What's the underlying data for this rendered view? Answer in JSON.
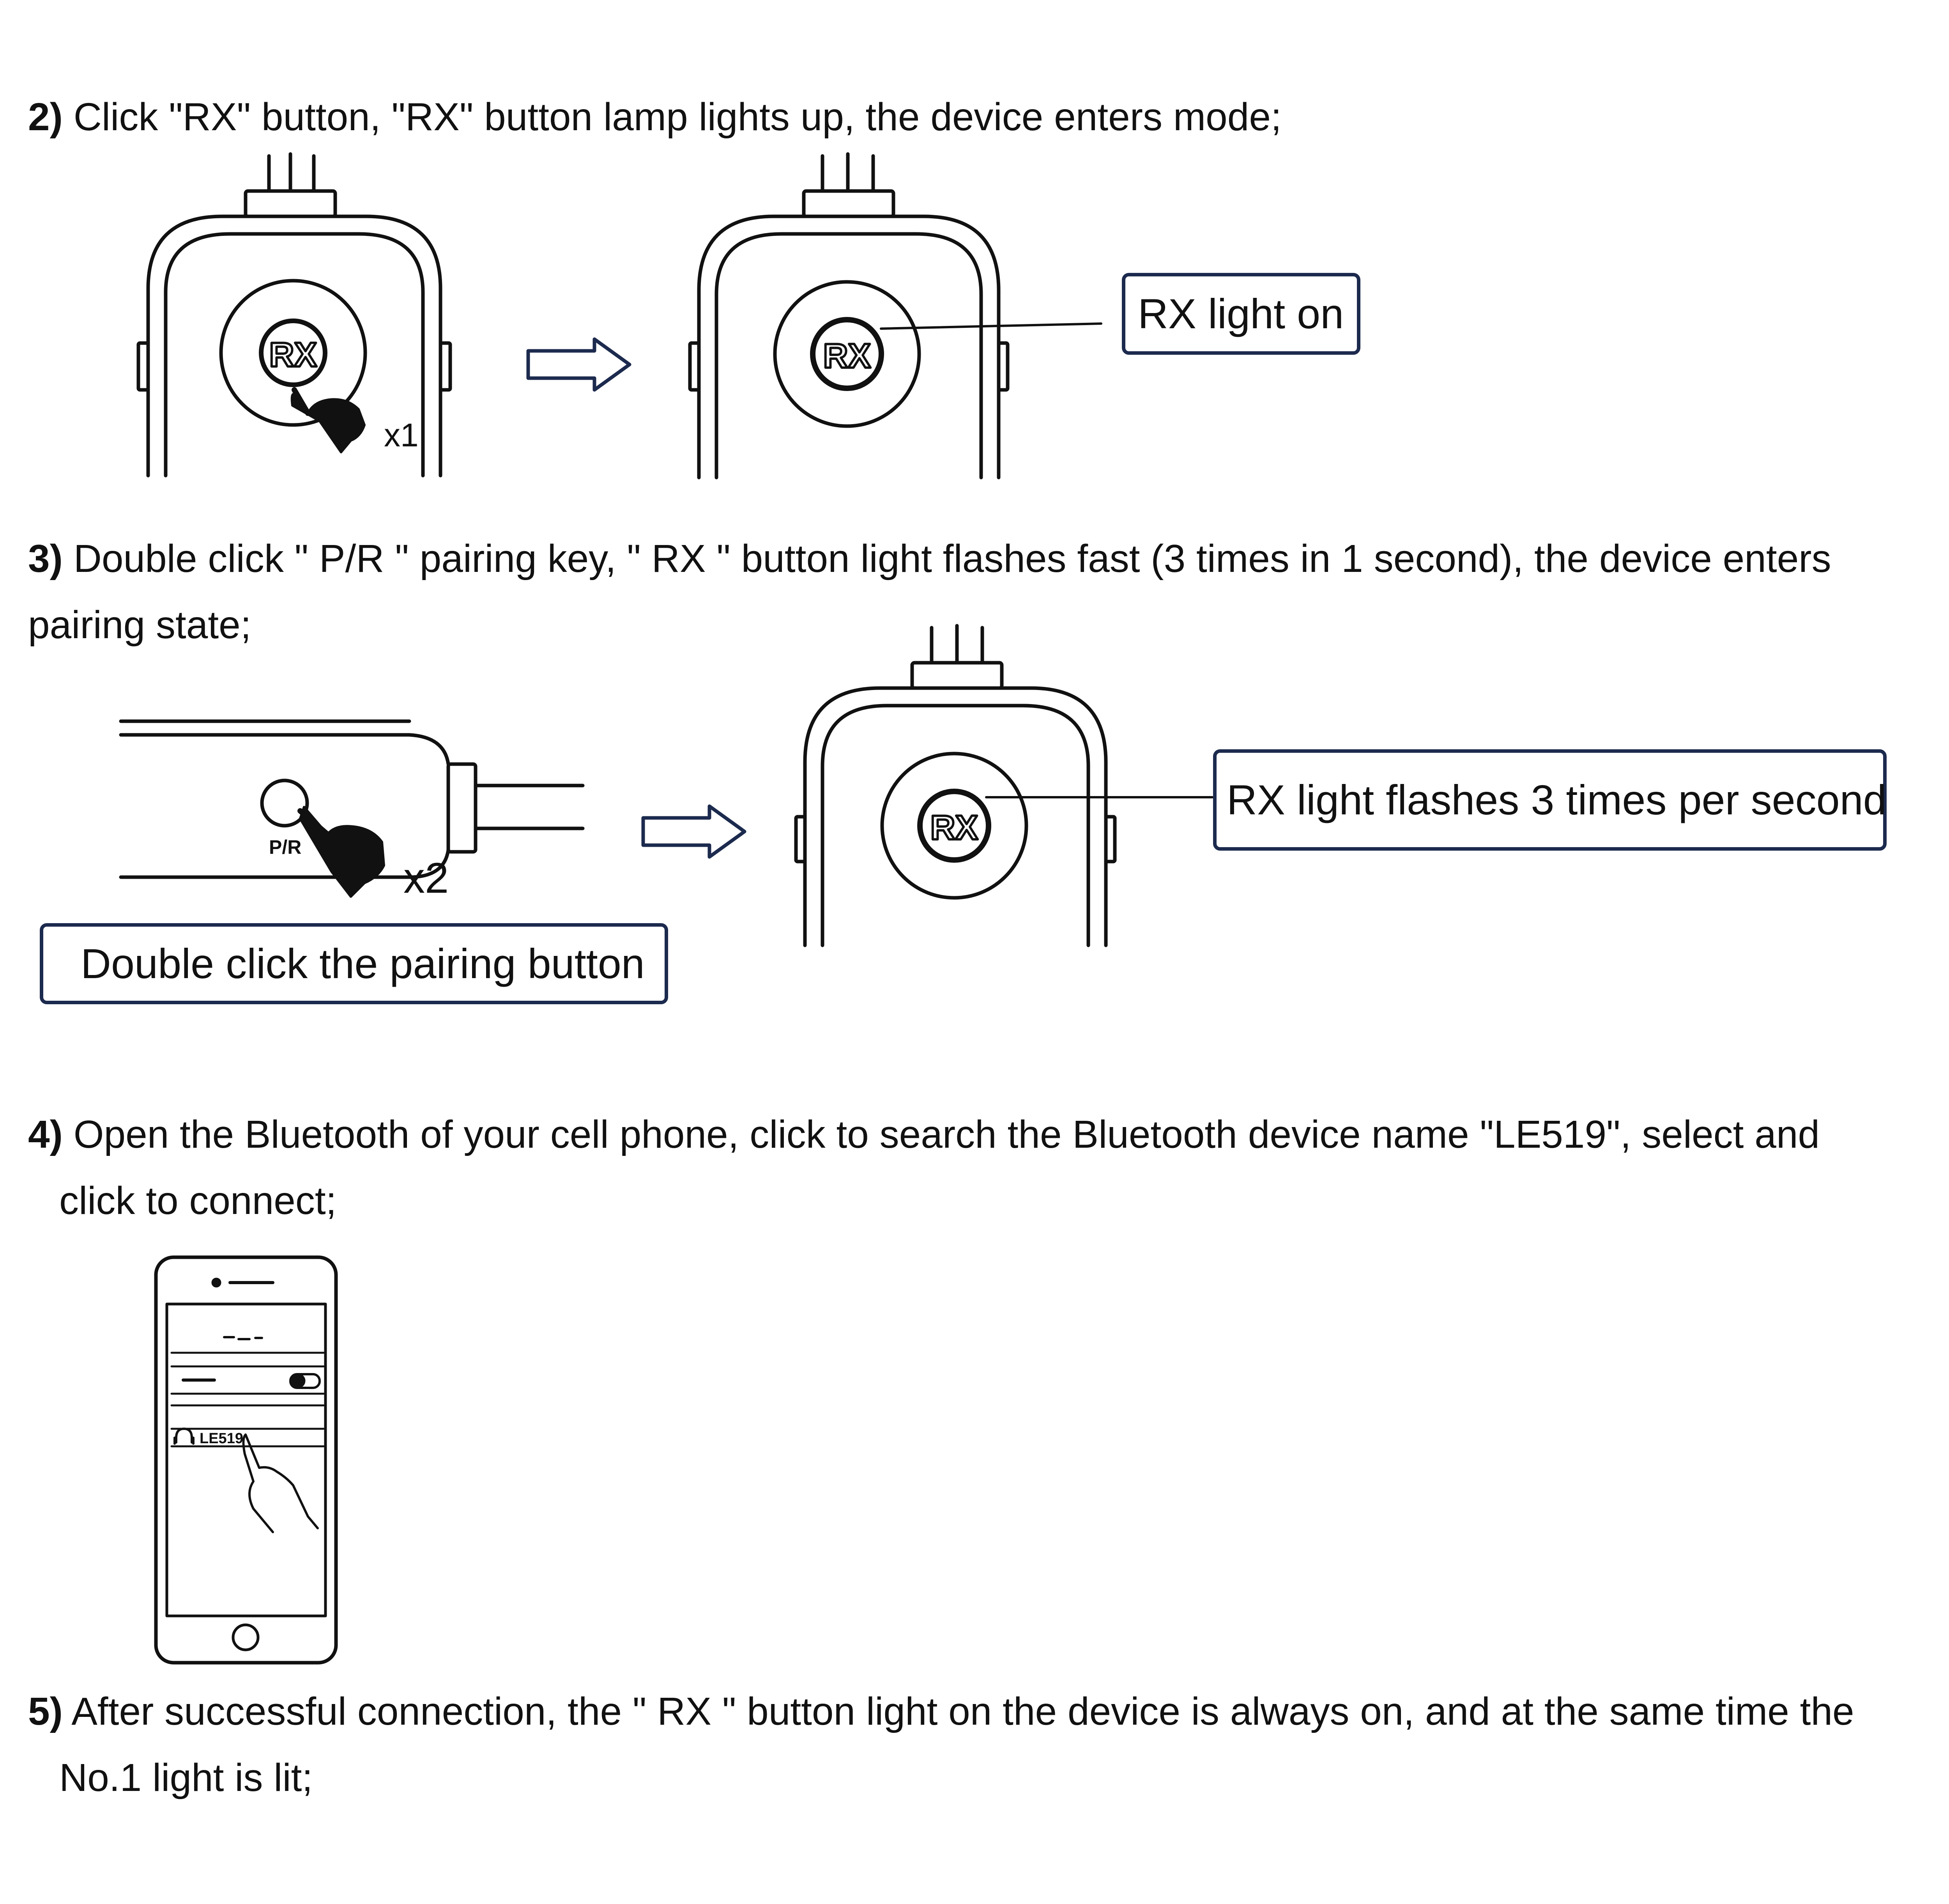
{
  "steps": [
    {
      "number": "2)",
      "text": "Click \"RX\" button, \"RX\" button lamp lights up, the device enters  mode;"
    },
    {
      "number": "3)",
      "text": "Double click \" P/R \" pairing key, \" RX \" button light flashes fast (3 times in 1 second), the device enters",
      "continuation": "pairing state;"
    },
    {
      "number": "4)",
      "text": "Open the Bluetooth of your cell phone, click to search the Bluetooth device name \"LE519\", select and",
      "continuation": "click to connect;"
    },
    {
      "number": "5)",
      "text": "After successful connection, the \" RX \" button light on the device is always on, and at the same time the",
      "continuation": "No.1 light is lit;"
    }
  ],
  "callouts": {
    "rx_light_on": "RX light on",
    "rx_flashes": "RX light flashes 3 times per second",
    "double_click": "Double click the pairing button"
  },
  "figure_labels": {
    "rx_button": "RX",
    "press_once": "x1",
    "press_twice": "x2",
    "pair_key": "P/R",
    "phone_device_name": "LE519"
  },
  "icons": [
    "arrow-right-icon",
    "finger-press-icon",
    "headphone-icon",
    "toggle-icon",
    "home-button-icon"
  ]
}
